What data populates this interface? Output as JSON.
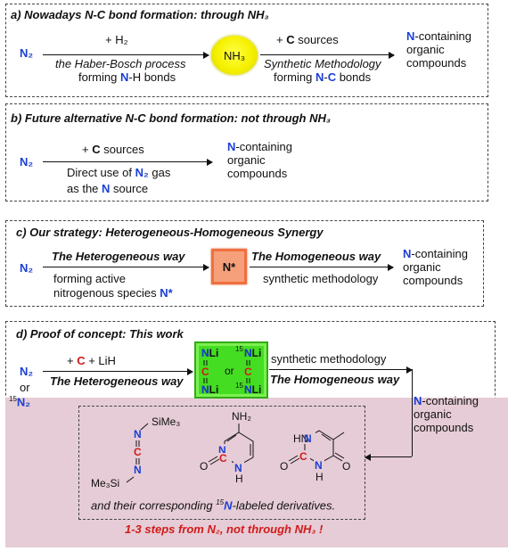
{
  "panel_a": {
    "heading": "a) Nowadays N-C bond formation: through NH₃",
    "n2": "N₂",
    "reagent1": "+ H₂",
    "process": "the Haber-Bosch process",
    "forming_prefix": "forming ",
    "forming_n": "N",
    "forming_suffix": "-H bonds",
    "nh3": "NH₃",
    "reagent2_prefix": "+ ",
    "reagent2_c": "C",
    "reagent2_suffix": " sources",
    "method": "Synthetic Methodology",
    "forming2_prefix": "forming ",
    "forming2_n": "N",
    "forming2_dash": "-",
    "forming2_c": "C",
    "forming2_suffix": " bonds",
    "product_n": "N",
    "product_line1": "-containing",
    "product_line2": "organic",
    "product_line3": "compounds"
  },
  "panel_b": {
    "heading": "b) Future alternative N-C bond formation: not through NH₃",
    "n2": "N₂",
    "reagent_prefix": "+ ",
    "reagent_c": "C",
    "reagent_suffix": " sources",
    "direct_prefix": "Direct use of ",
    "direct_n2": "N₂",
    "direct_suffix": " gas",
    "as_the": "as the ",
    "as_n": "N",
    "as_suffix": " source",
    "product_n": "N",
    "product_line1": "-containing",
    "product_line2": "organic",
    "product_line3": "compounds"
  },
  "panel_c": {
    "heading": "c) Our strategy: Heterogeneous-Homogeneous Synergy",
    "n2": "N₂",
    "hetero": "The Heterogeneous way",
    "forming_active": "forming active",
    "nitrogenous": "nitrogenous species ",
    "nstar_blue": "N*",
    "box_label": "N*",
    "homo": "The Homogeneous way",
    "synthetic": "synthetic methodology",
    "product_n": "N",
    "product_line1": "-containing",
    "product_line2": "organic",
    "product_line3": "compounds"
  },
  "panel_d": {
    "heading": "d) Proof of concept: This work",
    "n2": "N₂",
    "or": "or",
    "n2_15_sup": "15",
    "n2_15": "N₂",
    "reagent_plus": "+ ",
    "reagent_c": "C",
    "reagent_lih": " + LiH",
    "hetero": "The Heterogeneous way",
    "box_nli_top_left": "NLi",
    "box_c_left": "C",
    "box_nli_bottom_left": "NLi",
    "box_or": "or",
    "box_sup_top": "15",
    "box_nli_top_right": "NLi",
    "box_c_right": "C",
    "box_sup_bottom": "15",
    "box_nli_bottom_right": "NLi",
    "synthetic": "synthetic methodology",
    "homo": "The Homogeneous way",
    "product_n": "N",
    "product_line1": "-containing",
    "product_line2": "organic",
    "product_line3": "compounds",
    "mol1_sime3": "SiMe₃",
    "mol1_n_top": "N",
    "mol1_c": "C",
    "mol1_n_bottom": "N",
    "mol1_me3si": "Me₃Si",
    "mol2_nh2": "NH₂",
    "mol2_n": "N",
    "mol2_o": "O",
    "mol2_h": "H",
    "mol3_hn": "HN",
    "mol3_o_left": "O",
    "mol3_h": "H",
    "mol3_o_right": "O",
    "derivs_prefix": "and their corresponding ",
    "derivs_sup": "15",
    "derivs_n": "N",
    "derivs_suffix": "-labeled derivatives.",
    "footer": "1-3 steps from N₂, not through NH₃ !"
  },
  "colors": {
    "nitrogen_blue": "#1a3fd6",
    "carbon_red": "#d11a1a",
    "nh3_yellow": "#f5f000",
    "nstar_orange": "#f5a07a",
    "green_box": "#44dd22",
    "pink_panel": "#e6ccd6"
  }
}
